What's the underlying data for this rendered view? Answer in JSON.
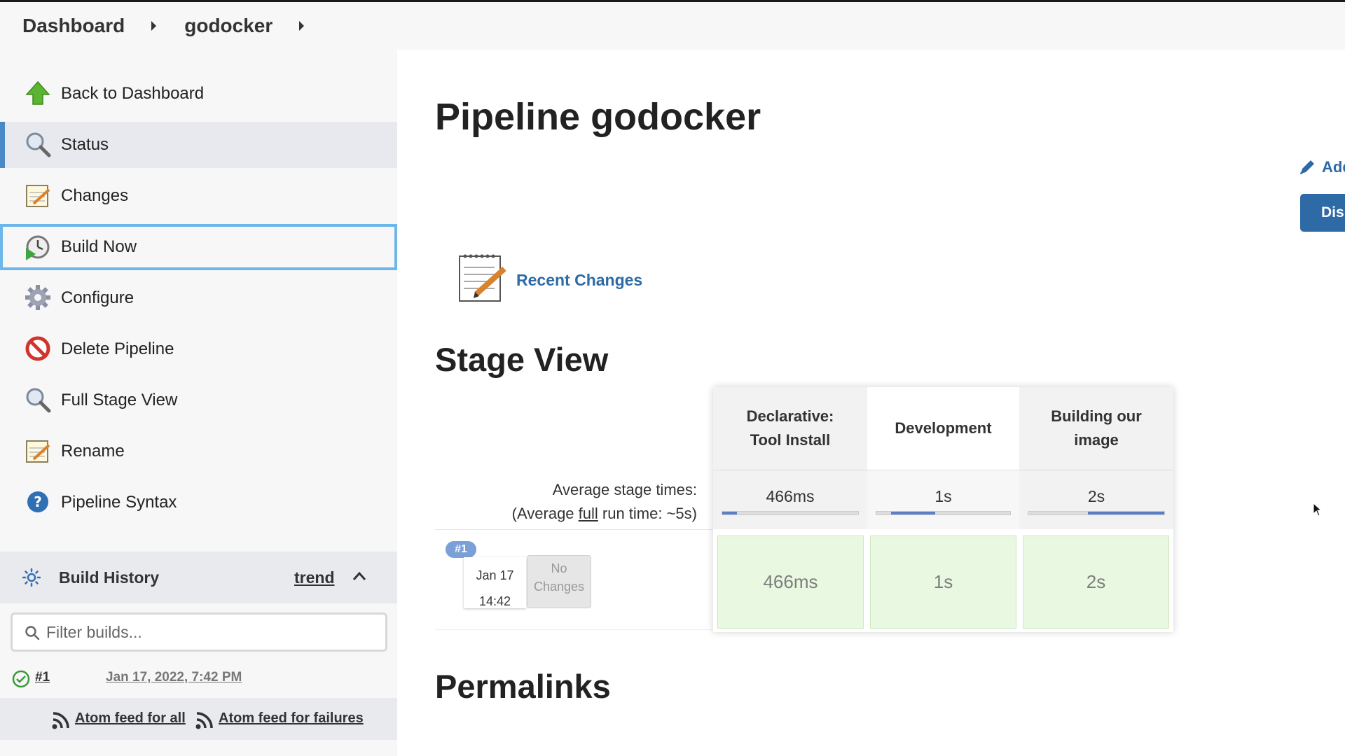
{
  "breadcrumb": {
    "items": [
      "Dashboard",
      "godocker"
    ]
  },
  "sidebar": {
    "tasks": [
      {
        "label": "Back to Dashboard",
        "icon": "up-arrow-icon"
      },
      {
        "label": "Status",
        "icon": "magnifier-icon"
      },
      {
        "label": "Changes",
        "icon": "notepad-icon"
      },
      {
        "label": "Build Now",
        "icon": "clock-play-icon"
      },
      {
        "label": "Configure",
        "icon": "gear-icon"
      },
      {
        "label": "Delete Pipeline",
        "icon": "no-entry-icon"
      },
      {
        "label": "Full Stage View",
        "icon": "magnifier-icon"
      },
      {
        "label": "Rename",
        "icon": "notepad-icon"
      },
      {
        "label": "Pipeline Syntax",
        "icon": "help-icon"
      }
    ],
    "active_task": "Status",
    "focused_task": "Build Now"
  },
  "build_history": {
    "title": "Build History",
    "trend_label": "trend",
    "filter_placeholder": "Filter builds...",
    "builds": [
      {
        "number": "#1",
        "date": "Jan 17, 2022, 7:42 PM",
        "status": "success"
      }
    ],
    "atom_all": "Atom feed for all",
    "atom_failures": "Atom feed for failures"
  },
  "main": {
    "title": "Pipeline godocker",
    "add_description": "Add",
    "disable_button": "Dis",
    "recent_changes": "Recent Changes",
    "stage_view_title": "Stage View",
    "permalinks_title": "Permalinks"
  },
  "stage_view": {
    "avg_stage_times_label": "Average stage times:",
    "avg_run_prefix": "(Average ",
    "avg_run_full": "full",
    "avg_run_suffix": " run time: ~5s)",
    "stages": [
      {
        "name_line1": "Declarative:",
        "name_line2": "Tool Install",
        "avg": "466ms",
        "avg_fill_start": 0.0,
        "avg_fill_end": 0.11
      },
      {
        "name_line1": "Development",
        "name_line2": "",
        "avg": "1s",
        "avg_fill_start": 0.11,
        "avg_fill_end": 0.44
      },
      {
        "name_line1": "Building our",
        "name_line2": "image",
        "avg": "2s",
        "avg_fill_start": 0.44,
        "avg_fill_end": 1.0
      }
    ],
    "runs": [
      {
        "badge": "#1",
        "date": "Jan 17",
        "time": "14:42",
        "changes_line1": "No",
        "changes_line2": "Changes",
        "cells": [
          "466ms",
          "1s",
          "2s"
        ]
      }
    ]
  },
  "colors": {
    "link": "#2d6aa6",
    "active_border": "#4b88c6",
    "focus_border": "#6cb6ea",
    "stage_success": "#e9f8e1",
    "bar": "#5b7fc7"
  }
}
